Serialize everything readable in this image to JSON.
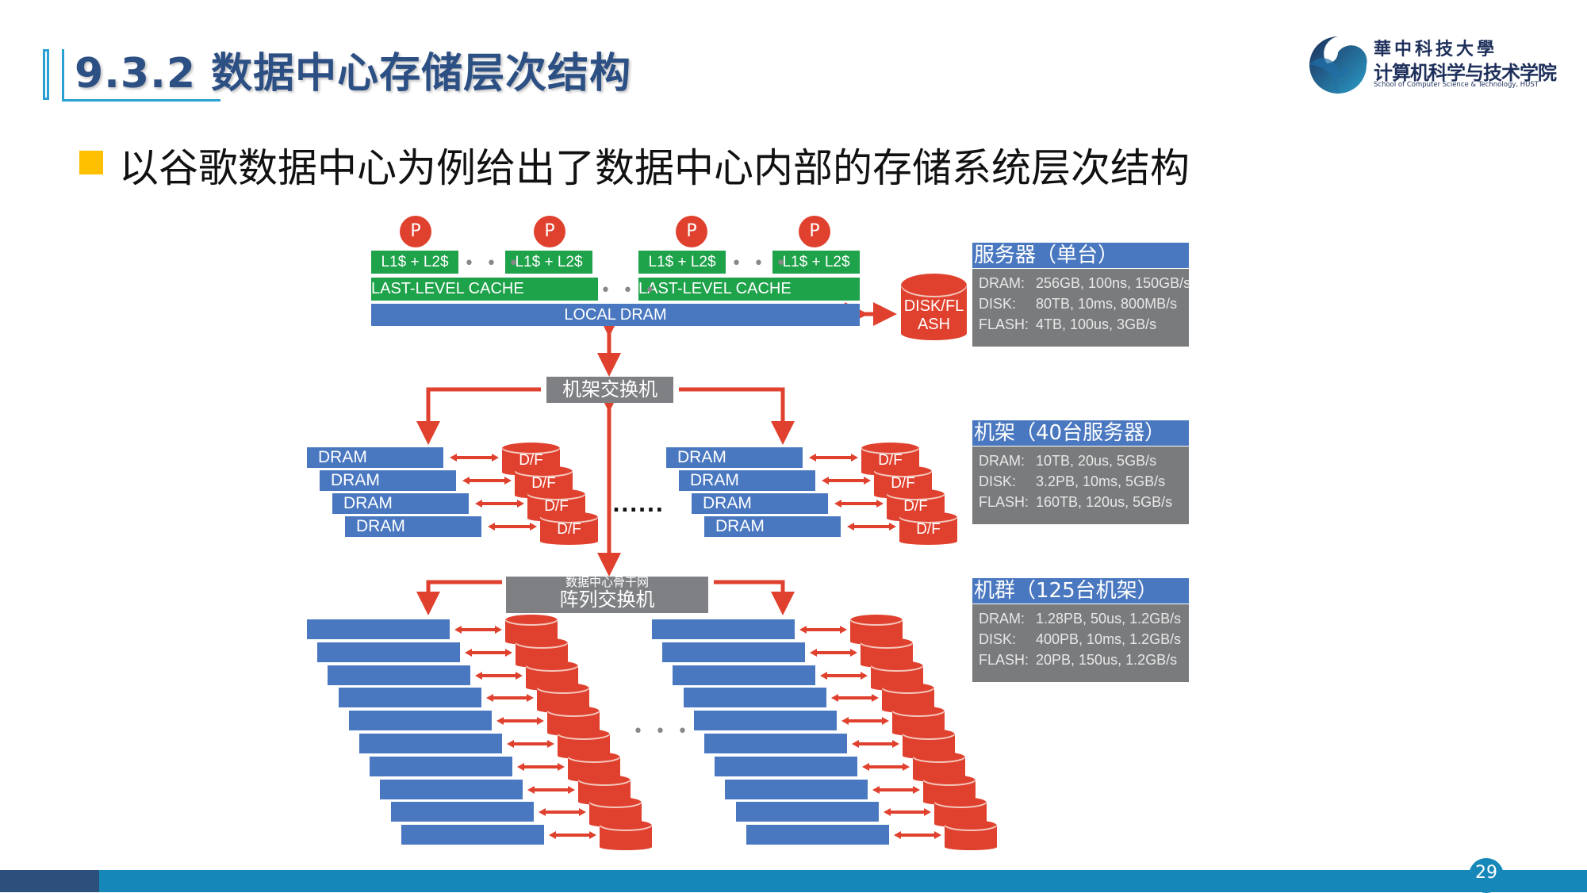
{
  "header": {
    "title": "9.3.2  数据中心存储层次结构",
    "logo": {
      "line1": "華中科技大學",
      "line2": "计算机科学与技术学院",
      "line3": "School of Computer Science & Technology, HUST"
    }
  },
  "bullet": "以谷歌数据中心为例给出了数据中心内部的存储系统层次结构",
  "diagram": {
    "server": {
      "processor_label": "P",
      "private_cache_label": "L1$ + L2$",
      "llc_label": "LAST-LEVEL CACHE",
      "dram_label": "LOCAL DRAM",
      "disk_label_line1": "DISK/FL",
      "disk_label_line2": "ASH",
      "ellipsis": "• • •"
    },
    "rack_switch_label": "机架交换机",
    "rack_dram_label": "DRAM",
    "rack_disk_label": "D/F",
    "rack_ellipsis": "......",
    "array_switch_label_small": "数据中心骨干网",
    "array_switch_label": "阵列交换机",
    "cluster_ellipsis": "• • •"
  },
  "info_boxes": [
    {
      "title": "服务器（单台）",
      "rows": [
        {
          "key": "DRAM:",
          "value": "256GB, 100ns, 150GB/s"
        },
        {
          "key": "DISK:",
          "value": "80TB, 10ms, 800MB/s"
        },
        {
          "key": "FLASH:",
          "value": "4TB, 100us, 3GB/s"
        }
      ]
    },
    {
      "title": "机架（40台服务器）",
      "rows": [
        {
          "key": "DRAM:",
          "value": "10TB, 20us, 5GB/s"
        },
        {
          "key": "DISK:",
          "value": "3.2PB, 10ms, 5GB/s"
        },
        {
          "key": "FLASH:",
          "value": "160TB, 120us, 5GB/s"
        }
      ]
    },
    {
      "title": "机群（125台机架）",
      "rows": [
        {
          "key": "DRAM:",
          "value": "1.28PB, 50us, 1.2GB/s"
        },
        {
          "key": "DISK:",
          "value": "400PB, 10ms, 1.2GB/s"
        },
        {
          "key": "FLASH:",
          "value": "20PB, 150us, 1.2GB/s"
        }
      ]
    }
  ],
  "footer": {
    "page_number": "29"
  },
  "colors": {
    "title": "#2c4f84",
    "accent_blue": "#1588b9",
    "bullet": "#ffc000",
    "green": "#1ea24a",
    "dram_blue": "#4a78c0",
    "red": "#e0412e",
    "grey": "#7f8083"
  }
}
